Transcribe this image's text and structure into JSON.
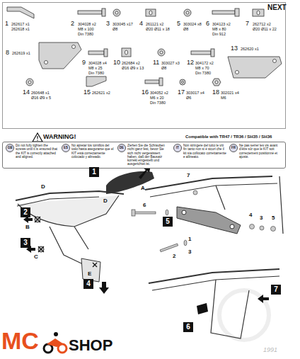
{
  "diagram": {
    "nodes": [
      {
        "text": [
          "WARNING!",
          "GB",
          "Do not fully tighten the screws until it is ensured that the KIT is correctly attached and aligned.",
          "ES",
          "No apretar los tornillos del todo hasta asegurarse que el KIT está correctamente colocado y alineado.",
          "DE",
          "Ziehen Sie die Schrauben nicht ganz fest, bevor Sie sich nicht vergewissert haben, daß der Bausatz korrekt eingestellt und ausgerichtet ist.",
          "IT",
          "Non stringere del tutto le viti fin tanto non si è sicuri che il kit sia collocato correttamente e allineato.",
          "FR",
          "Ne pas serrer les vis avant d'être sûr que le KIT soit correctement positionné et ajusté."
        ]
      },
      {
        "text": [
          "1"
        ]
      },
      {
        "text": [
          "2"
        ]
      },
      {
        "text": [
          "3"
        ]
      },
      {
        "text": [
          "4"
        ]
      },
      {
        "text": [
          "5"
        ]
      },
      {
        "text": [
          "6"
        ]
      },
      {
        "text": [
          "7"
        ]
      }
    ],
    "labels": [
      "NEXT",
      "1",
      "262617 x1",
      "262618 x1",
      "2",
      "304028 x2",
      "M8 x 100",
      "Din 7380",
      "3",
      "303045 x17",
      "Ø8",
      "4",
      "261121 x2",
      "Ø20 Ø11 x 18",
      "5",
      "303024 x8",
      "Ø8",
      "6",
      "304123 x2",
      "M8 x 80",
      "Din 912",
      "7",
      "262712 x2",
      "Ø20 Ø11 x 22",
      "8",
      "262619 x1",
      "13",
      "262620 x1",
      "9",
      "304028 x4",
      "M8 x 25",
      "Din 7380",
      "10",
      "262684 x2",
      "Ø16 Ø9 x 13",
      "11",
      "303027 x3",
      "Ø8",
      "12",
      "304172 x2",
      "M8 x 70",
      "Din 7380",
      "14",
      "260648 x1",
      "Ø16 Ø9 x 5",
      "15",
      "262621 x2",
      "16",
      "304052 x2",
      "M6 x 20",
      "Din 7380",
      "17",
      "303017 x4",
      "Ø6",
      "18",
      "302021 x4",
      "M6",
      "Compatible with TR47 / TR36 / SH35 / SH36",
      "A",
      "B",
      "C",
      "D",
      "D",
      "E",
      "6",
      "7",
      "1",
      "2",
      "3",
      "4",
      "3",
      "5",
      "MC",
      "SHOP",
      "1991"
    ]
  }
}
